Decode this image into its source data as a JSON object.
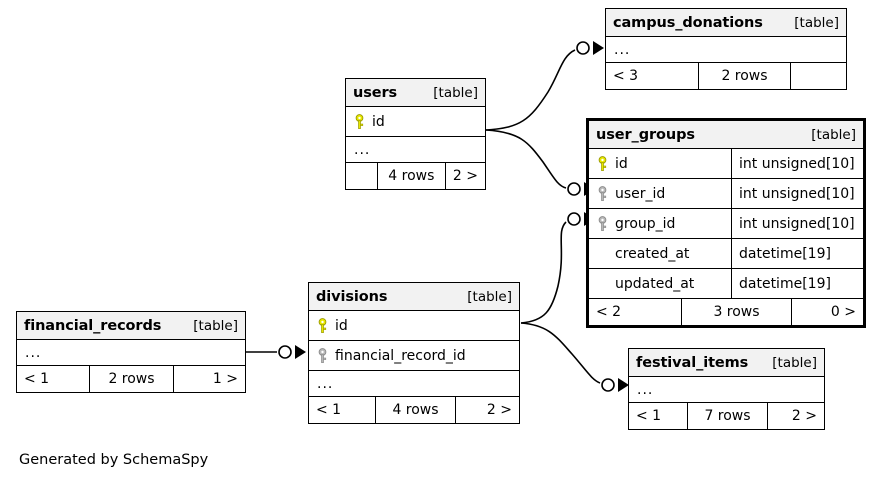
{
  "diagram": {
    "tool": "SchemaSpy",
    "caption": "Generated by SchemaSpy",
    "table_tag": "[table]",
    "ellipsis": "...",
    "colors": {
      "primary_key": "#e8e800",
      "foreign_key": "#b0b0b0",
      "header_bg": "#f2f2f2",
      "border": "#000000",
      "background": "#ffffff"
    }
  },
  "tables": [
    {
      "id": "campus_donations",
      "name": "campus_donations",
      "tag": "[table]",
      "focal": false,
      "columns": [],
      "has_ellipsis": true,
      "footer": {
        "left": "< 3",
        "middle": "2 rows",
        "right": ""
      }
    },
    {
      "id": "users",
      "name": "users",
      "tag": "[table]",
      "focal": false,
      "columns": [
        {
          "name": "id",
          "type": "",
          "key": "primary"
        }
      ],
      "has_ellipsis": true,
      "footer": {
        "left": "",
        "middle": "4 rows",
        "right": "2 >"
      }
    },
    {
      "id": "user_groups",
      "name": "user_groups",
      "tag": "[table]",
      "focal": true,
      "columns": [
        {
          "name": "id",
          "type": "int unsigned[10]",
          "key": "primary"
        },
        {
          "name": "user_id",
          "type": "int unsigned[10]",
          "key": "foreign"
        },
        {
          "name": "group_id",
          "type": "int unsigned[10]",
          "key": "foreign"
        },
        {
          "name": "created_at",
          "type": "datetime[19]",
          "key": "none"
        },
        {
          "name": "updated_at",
          "type": "datetime[19]",
          "key": "none"
        }
      ],
      "has_ellipsis": false,
      "footer": {
        "left": "< 2",
        "middle": "3 rows",
        "right": "0 >"
      }
    },
    {
      "id": "divisions",
      "name": "divisions",
      "tag": "[table]",
      "focal": false,
      "columns": [
        {
          "name": "id",
          "type": "",
          "key": "primary"
        },
        {
          "name": "financial_record_id",
          "type": "",
          "key": "foreign"
        }
      ],
      "has_ellipsis": true,
      "footer": {
        "left": "< 1",
        "middle": "4 rows",
        "right": "2 >"
      }
    },
    {
      "id": "financial_records",
      "name": "financial_records",
      "tag": "[table]",
      "focal": false,
      "columns": [],
      "has_ellipsis": true,
      "footer": {
        "left": "< 1",
        "middle": "2 rows",
        "right": "1 >"
      }
    },
    {
      "id": "festival_items",
      "name": "festival_items",
      "tag": "[table]",
      "focal": false,
      "columns": [],
      "has_ellipsis": true,
      "footer": {
        "left": "< 1",
        "middle": "7 rows",
        "right": "2 >"
      }
    }
  ],
  "relationships": [
    {
      "from": "users",
      "to": "campus_donations",
      "notation": "crowsfoot-optional"
    },
    {
      "from": "users",
      "to": "user_groups.user_id",
      "notation": "crowsfoot-optional"
    },
    {
      "from": "divisions",
      "to": "user_groups.group_id",
      "notation": "crowsfoot-optional"
    },
    {
      "from": "divisions",
      "to": "festival_items",
      "notation": "crowsfoot-optional"
    },
    {
      "from": "financial_records",
      "to": "divisions.financial_record_id",
      "notation": "crowsfoot-optional"
    }
  ]
}
